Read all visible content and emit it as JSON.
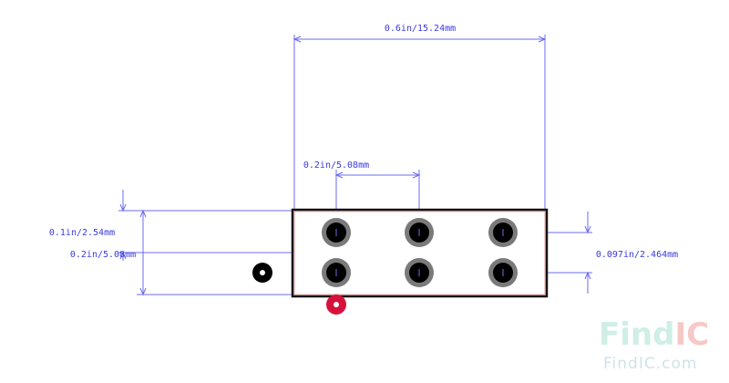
{
  "footprint": {
    "dimensions": {
      "overall_width": "0.6in/15.24mm",
      "pin_pitch": "0.2in/5.08mm",
      "row_spacing_small": "0.1in/2.54mm",
      "row_spacing_left": "0.2in/5.08mm",
      "row_spacing_right": "0.097in/2.464mm"
    },
    "pads": {
      "rows": 2,
      "columns": 3,
      "count": 6
    },
    "colors": {
      "dimension_line": "#6b6bf0",
      "dimension_text": "#3a3ae0",
      "outline": "#111111",
      "pad_ring": "#7a7a7a",
      "pad_hole": "#000000",
      "pin1_marker": "#d6123c",
      "fiducial": "#000000"
    }
  },
  "watermark": {
    "logo_text": "FindIC",
    "site_text": "FindIC.com",
    "colors": {
      "find": "#cfeee6",
      "ic": "#f6c9c6",
      "site": "#cfe2ea"
    }
  }
}
